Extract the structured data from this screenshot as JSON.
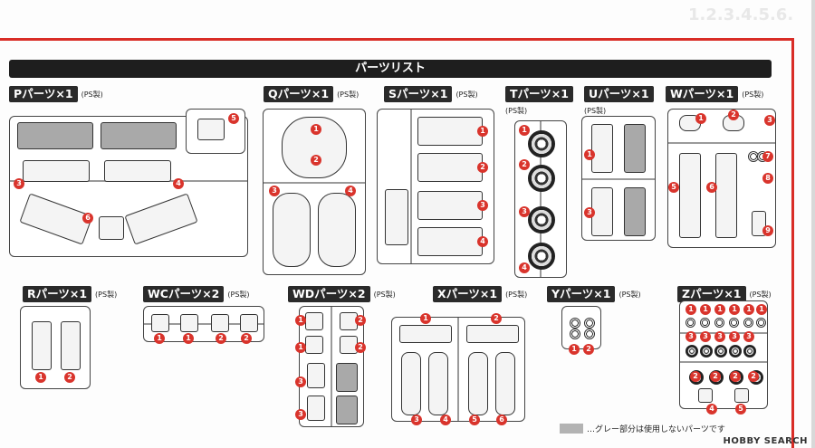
{
  "header": {
    "ghost_text": "1.2.3.4.5.6.",
    "title": "パーツリスト"
  },
  "parts": [
    {
      "label": "Pパーツ×1",
      "material": "(PS製)"
    },
    {
      "label": "Qパーツ×1",
      "material": "(PS製)"
    },
    {
      "label": "Sパーツ×1",
      "material": "(PS製)"
    },
    {
      "label": "Tパーツ×1",
      "material": "(PS製)"
    },
    {
      "label": "Uパーツ×1",
      "material": "(PS製)"
    },
    {
      "label": "Wパーツ×1",
      "material": "(PS製)"
    },
    {
      "label": "Rパーツ×1",
      "material": "(PS製)"
    },
    {
      "label": "WCパーツ×2",
      "material": "(PS製)"
    },
    {
      "label": "WDパーツ×2",
      "material": "(PS製)"
    },
    {
      "label": "Xパーツ×1",
      "material": "(PS製)"
    },
    {
      "label": "Yパーツ×1",
      "material": "(PS製)"
    },
    {
      "label": "Zパーツ×1",
      "material": "(PS製)"
    }
  ],
  "numbers": {
    "n1": "1",
    "n2": "2",
    "n3": "3",
    "n4": "4",
    "n5": "5",
    "n6": "6",
    "n7": "7",
    "n8": "8",
    "n9": "9"
  },
  "legend": {
    "text": "…グレー部分は使用しないパーツです",
    "swatch_color": "#b3b3b3"
  },
  "credit": "HOBBY SEARCH",
  "colors": {
    "accent_red": "#d92d27",
    "title_bar": "#1e1e1e",
    "marker_red": "#d9342c"
  }
}
